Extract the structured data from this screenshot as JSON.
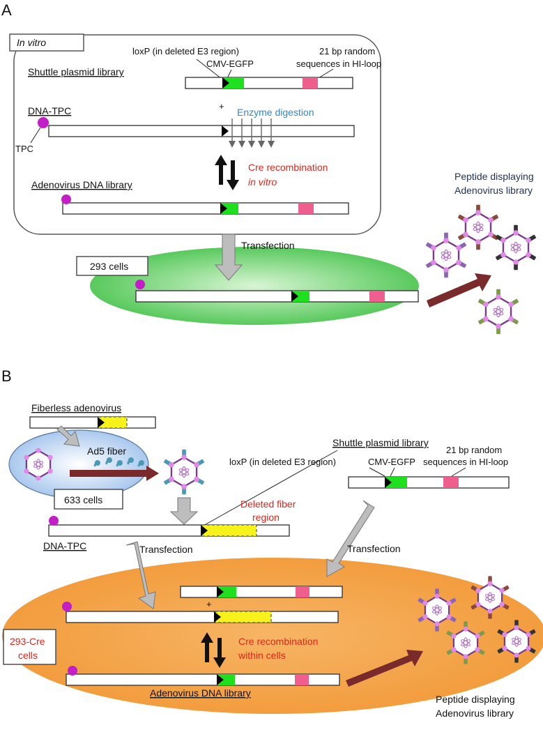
{
  "panel_a": {
    "label": "A",
    "in_vitro": "In vitro",
    "shuttle_plasmid_library": "Shuttle plasmid library",
    "loxp_label": "loxP (in deleted E3 region)",
    "cmv_egfp": "CMV-EGFP",
    "random_seq_line1": "21 bp random",
    "random_seq_line2": "sequences in HI-loop",
    "dna_tpc": "DNA-TPC",
    "tpc": "TPC",
    "plus": "+",
    "enzyme_digestion": "Enzyme digestion",
    "cre_recombination": "Cre recombination",
    "cre_in_vitro": "in vitro",
    "adenovirus_dna_library": "Adenovirus DNA library",
    "transfection": "Transfection",
    "cells_293": "293 cells",
    "peptide_line1": "Peptide displaying",
    "peptide_line2": "Adenovirus library"
  },
  "panel_b": {
    "label": "B",
    "fiberless_adenovirus": "Fiberless adenovirus",
    "ad5_fiber": "Ad5 fiber",
    "cells_633": "633 cells",
    "shuttle_plasmid_library": "Shuttle plasmid library",
    "loxp_label": "loxP (in deleted E3 region)",
    "cmv_egfp": "CMV-EGFP",
    "random_seq_line1": "21 bp random",
    "random_seq_line2": "sequences in HI-loop",
    "deleted_fiber_line1": "Deleted fiber",
    "deleted_fiber_line2": "region",
    "dna_tpc": "DNA-TPC",
    "transfection_left": "Transfection",
    "transfection_right": "Transfection",
    "plus": "+",
    "cells_293cre_line1": "293-Cre",
    "cells_293cre_line2": "cells",
    "cre_recombination": "Cre recombination",
    "within_cells": "within cells",
    "adenovirus_dna_library": "Adenovirus DNA library",
    "peptide_line1": "Peptide displaying",
    "peptide_line2": "Adenovirus library"
  },
  "colors": {
    "tpc": "#c21fc7",
    "egfp": "#1ee01e",
    "random_region": "#ef5f8d",
    "deleted_fiber": "#f6f21a",
    "cell_293": "#7cd67c",
    "cell_633": "#bcd6f2",
    "cell_293cre": "#f5a84f",
    "arrow_dark_red": "#7a2a2a",
    "arrow_gray": "#bdbdbd",
    "red_text": "#e0261c",
    "blue_text": "#2f86c8"
  }
}
